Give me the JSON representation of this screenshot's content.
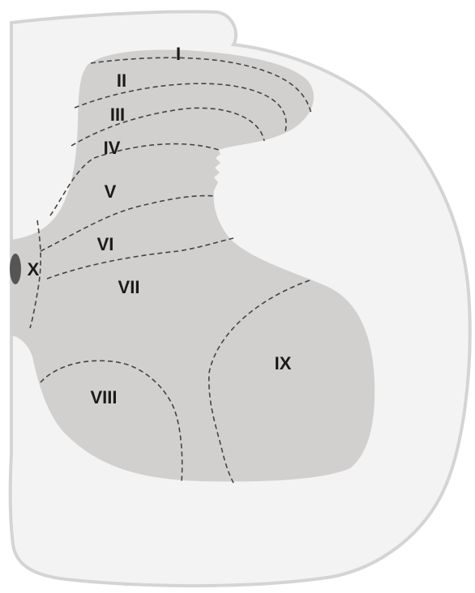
{
  "diagram": {
    "colors": {
      "white_matter": "#f3f3f3",
      "outline": "#d4d4d4",
      "gray_matter": "#d1d0cf",
      "central_canal": "#555555",
      "boundary_line": "#444444",
      "label_text": "#1a1a1a"
    },
    "labels": {
      "lamina_1": "I",
      "lamina_2": "II",
      "lamina_3": "III",
      "lamina_4": "IV",
      "lamina_5": "V",
      "lamina_6": "VI",
      "lamina_7": "VII",
      "lamina_8": "VIII",
      "lamina_9": "IX",
      "lamina_10": "X"
    }
  }
}
